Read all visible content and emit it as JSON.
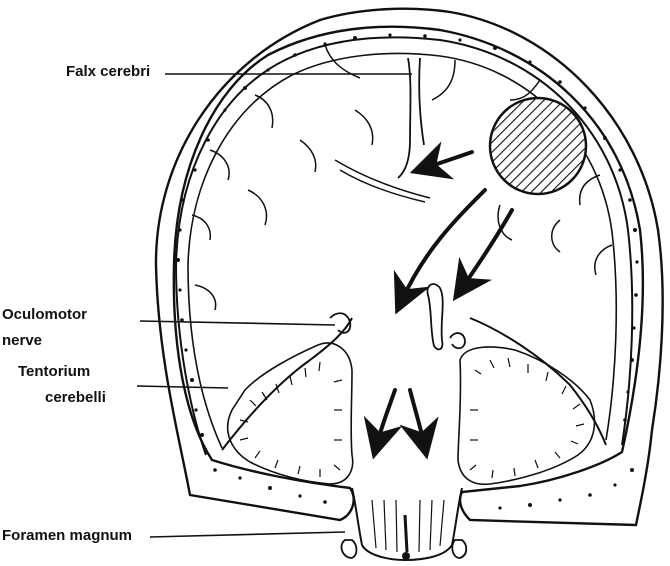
{
  "labels": {
    "falx": "Falx cerebri",
    "oculomotor_line1": "Oculomotor",
    "oculomotor_line2": "nerve",
    "tentorium_line1": "Tentorium",
    "tentorium_line2": "cerebelli",
    "foramen": "Foramen magnum"
  },
  "colors": {
    "ink": "#111111",
    "paper": "#ffffff"
  }
}
